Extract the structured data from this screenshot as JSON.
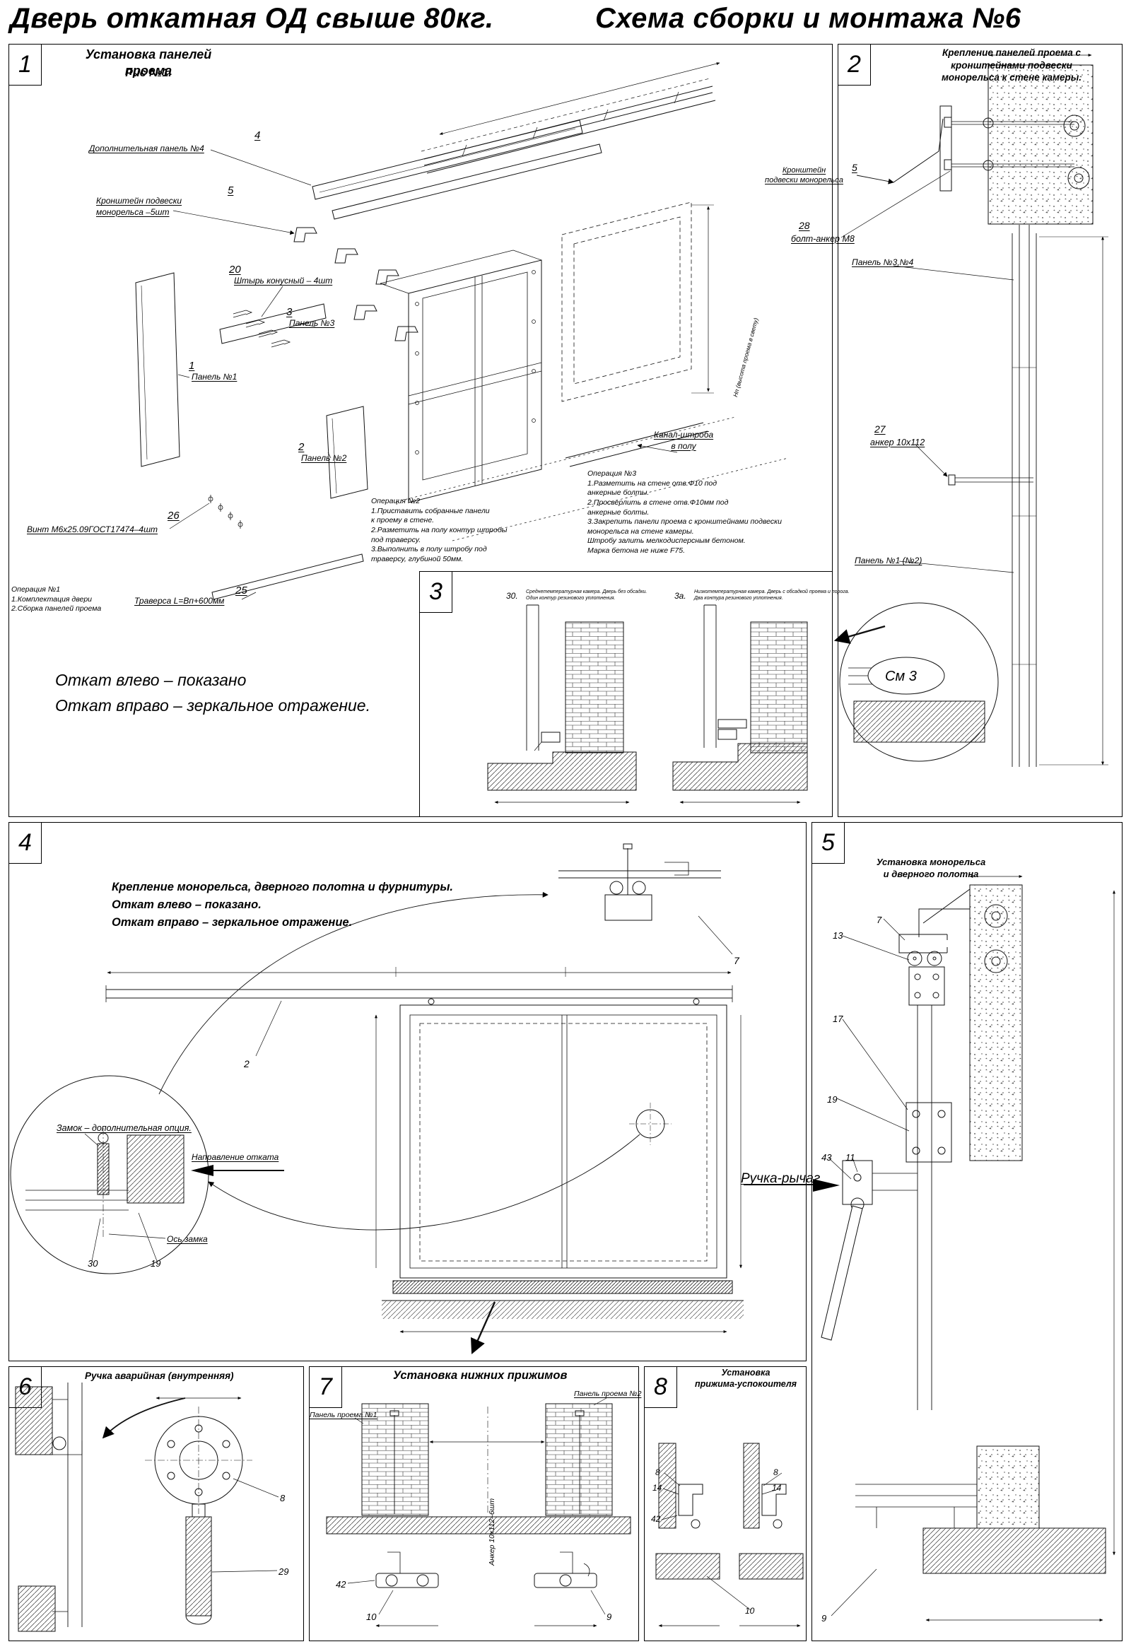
{
  "header": {
    "title_left": "Дверь откатная ОД свыше 80кг.",
    "title_right": "Схема сборки и монтажа №6"
  },
  "p1": {
    "num": "1",
    "title": "Установка панелей проема",
    "fig": "Рис №1.",
    "c4_num": "4",
    "c4": "Дополнительная панель №4",
    "c5_num": "5",
    "c5": "Кронштейн подвески\nмонорельса –5шт",
    "c20_num": "20",
    "c20": "Штырь конусный – 4шт",
    "c3_num": "3",
    "c3": "Панель №3",
    "c1_num": "1",
    "c1": "Панель №1",
    "c2_num": "2",
    "c2": "Панель №2",
    "c26_num": "26",
    "c26": "Винт М6х25.09ГОСТ17474–4шт",
    "c25_num": "25",
    "c25": "Траверса  L=Вп+600мм",
    "channel": "Канал-штроба\nв полу",
    "dim_v": "Нп (высота проема в свету)",
    "op1": "Операция №1\n1.Комплектация двери\n2.Сборка панелей проема",
    "op2": "Операция №2\n1.Приставить собранные панели\nк проему в стене.\n2.Разметить на полу контур штробы\nпод траверсу.\n3.Выполнить в полу штробу под\nтраверсу, глубиной 50мм.",
    "op3": "Операция №3\n1.Разметить на стене отв.Ф10 под\nанкерные болты.\n2.Просверлить в стене отв.Ф10мм под\nанкерные болты.\n3.Закрепить панели проема с кронштейнами подвески\nмонорельса на стене камеры.\nШтробу залить мелкодисперсным бетоном.\nМарка бетона не ниже F75.",
    "note1": "Откат влево – показано",
    "note2": "Откат вправо – зеркальное отражение."
  },
  "p2": {
    "num": "2",
    "title": "Крепление панелей проема с\nкронштейнами  подвески\nмонорельса к стене камеры.",
    "c5": "Кронштейн\nподвески монорельса",
    "c5_num": "5",
    "c28_num": "28",
    "c28": "болт-анкер М8",
    "panel34": "Панель №3,№4",
    "c27_num": "27",
    "c27": "анкер 10х112",
    "panel12": "Панель №1 (№2)",
    "see3": "См 3"
  },
  "p3": {
    "num": "3",
    "viewA": "30.",
    "viewA_cap": "Среднетемпературная камера. Дверь без обсадки.\nОдин контур резинового уплотнения.",
    "viewB": "3а.",
    "viewB_cap": "Низкотемпературная камера. Дверь с обсадкой проема и порога.\nДва контура резинового уплотнения."
  },
  "p4": {
    "num": "4",
    "title": "Крепление монорельса, дверного полотна и фурнитуры.\nОткат влево – показано.\nОткат вправо – зеркальное отражение.",
    "c7": "7",
    "c2": "2",
    "lock_note": "Замок – дополнительная опция.",
    "dir": "Направление отката",
    "axis": "Ось замка",
    "c30": "30",
    "c19": "19",
    "handle": "Ручка-рычаг"
  },
  "p5": {
    "num": "5",
    "title": "Установка монорельса\nи дверного полотна",
    "c7": "7",
    "c13": "13",
    "c17": "17",
    "c19": "19",
    "c43": "43",
    "c11": "11",
    "c9": "9"
  },
  "p6": {
    "num": "6",
    "title": "Ручка аварийная (внутренняя)",
    "c8": "8",
    "c29": "29"
  },
  "p7": {
    "num": "7",
    "title": "Установка  нижних  прижимов",
    "panel1": "Панель проема №1",
    "panel2": "Панель проема №2",
    "anchor": "Анкер  10х112–6шт",
    "c42": "42",
    "c10": "10",
    "c9": "9"
  },
  "p8": {
    "num": "8",
    "title": "Установка\nприжима-успокоителя",
    "l8": "8",
    "l14": "14",
    "l42": "42",
    "l10": "10",
    "r8": "8",
    "r14": "14"
  }
}
